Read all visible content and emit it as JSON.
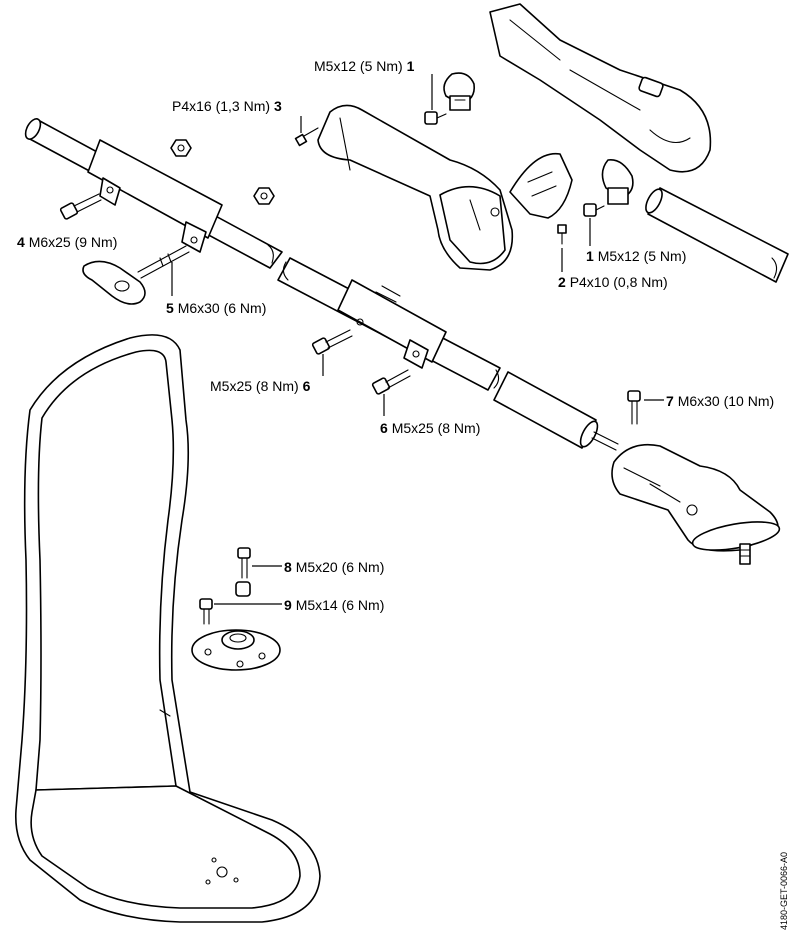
{
  "labels": [
    {
      "id": "screw-1-top",
      "number": "1",
      "spec": "M5x12 (5 Nm)",
      "number_first": false
    },
    {
      "id": "screw-3",
      "number": "3",
      "spec": "P4x16 (1,3 Nm)",
      "number_first": false
    },
    {
      "id": "screw-4",
      "number": "4",
      "spec": "M6x25 (9 Nm)",
      "number_first": true
    },
    {
      "id": "screw-5",
      "number": "5",
      "spec": "M6x30 (6 Nm)",
      "number_first": true
    },
    {
      "id": "screw-1-right",
      "number": "1",
      "spec": "M5x12 (5 Nm)",
      "number_first": true
    },
    {
      "id": "screw-2",
      "number": "2",
      "spec": "P4x10 (0,8 Nm)",
      "number_first": true
    },
    {
      "id": "screw-6-left",
      "number": "6",
      "spec": "M5x25 (8 Nm)",
      "number_first": false
    },
    {
      "id": "screw-6-right",
      "number": "6",
      "spec": "M5x25 (8 Nm)",
      "number_first": true
    },
    {
      "id": "screw-7",
      "number": "7",
      "spec": "M6x30 (10 Nm)",
      "number_first": true
    },
    {
      "id": "screw-8",
      "number": "8",
      "spec": "M5x20 (6 Nm)",
      "number_first": true
    },
    {
      "id": "screw-9",
      "number": "9",
      "spec": "M5x14 (6 Nm)",
      "number_first": true
    }
  ],
  "document_number": "4180-GET-0066-A0"
}
